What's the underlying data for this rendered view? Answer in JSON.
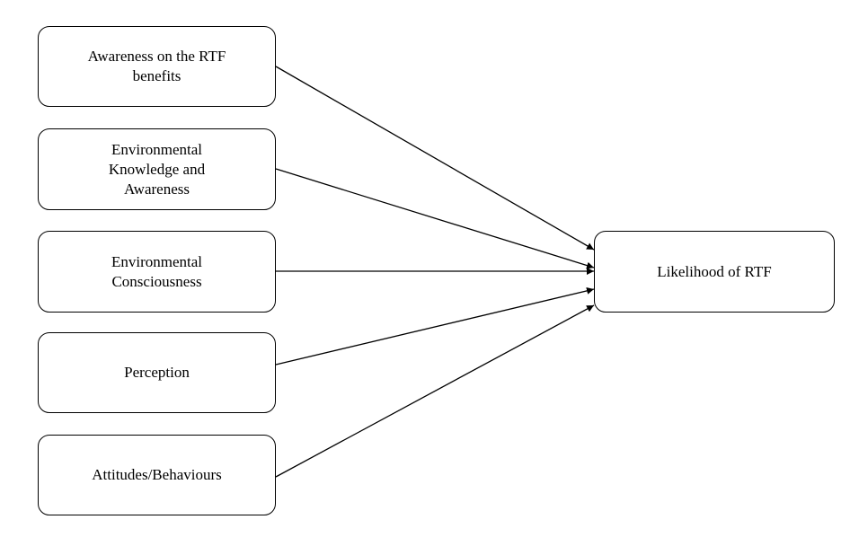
{
  "diagram": {
    "sources": [
      {
        "id": "awareness-rtf-benefits",
        "label": "Awareness on the RTF\nbenefits"
      },
      {
        "id": "environmental-knowledge-awareness",
        "label": "Environmental\nKnowledge and\nAwareness"
      },
      {
        "id": "environmental-consciousness",
        "label": "Environmental\nConsciousness"
      },
      {
        "id": "perception",
        "label": "Perception"
      },
      {
        "id": "attitudes-behaviours",
        "label": "Attitudes/Behaviours"
      }
    ],
    "target": {
      "id": "likelihood-of-rtf",
      "label": "Likelihood of RTF"
    },
    "colors": {
      "stroke": "#000000",
      "fill": "#ffffff"
    }
  }
}
